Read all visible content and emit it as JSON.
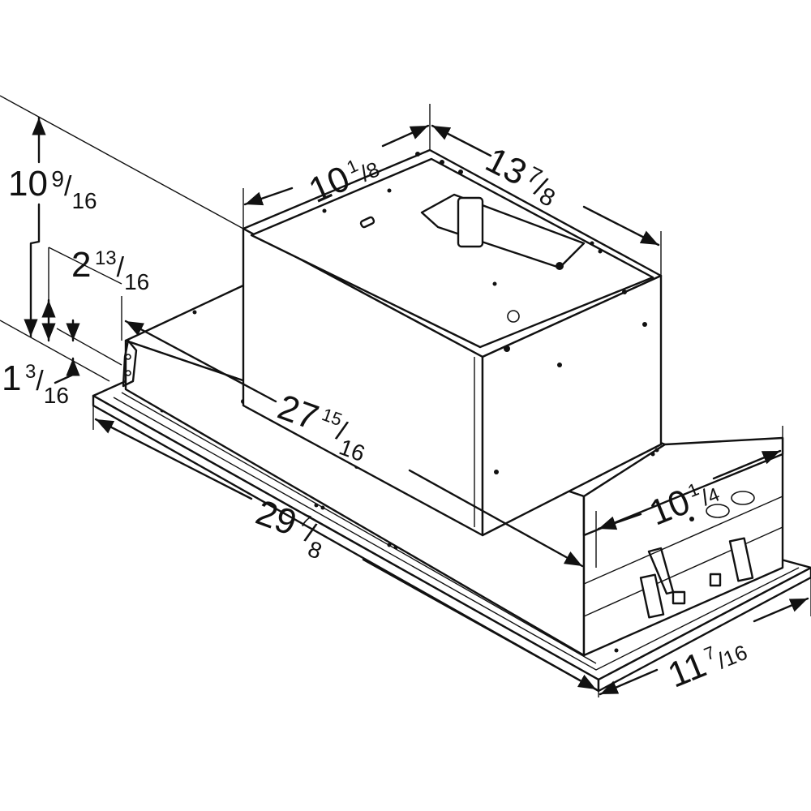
{
  "diagram": {
    "type": "technical-dimension-drawing",
    "subject": "range hood insert / power pack",
    "units": "inches"
  },
  "dimensions": {
    "overall_height": {
      "whole": "10",
      "num": "9",
      "den": "16"
    },
    "flange_height": {
      "whole": "2",
      "num": "13",
      "den": "16"
    },
    "liner_lip": {
      "whole": "1",
      "num": "3",
      "den": "16"
    },
    "blower_width": {
      "whole": "10",
      "num": "1",
      "den": "8"
    },
    "blower_depth": {
      "whole": "13",
      "num": "7",
      "den": "8"
    },
    "body_length": {
      "whole": "27",
      "num": "15",
      "den": "16"
    },
    "overall_length": {
      "whole": "29",
      "num": "7",
      "den": "8"
    },
    "body_depth": {
      "whole": "10",
      "num": "1",
      "den": "4"
    },
    "overall_depth": {
      "whole": "11",
      "num": "7",
      "den": "16"
    }
  },
  "colors": {
    "line": "#111111",
    "background": "#ffffff"
  }
}
